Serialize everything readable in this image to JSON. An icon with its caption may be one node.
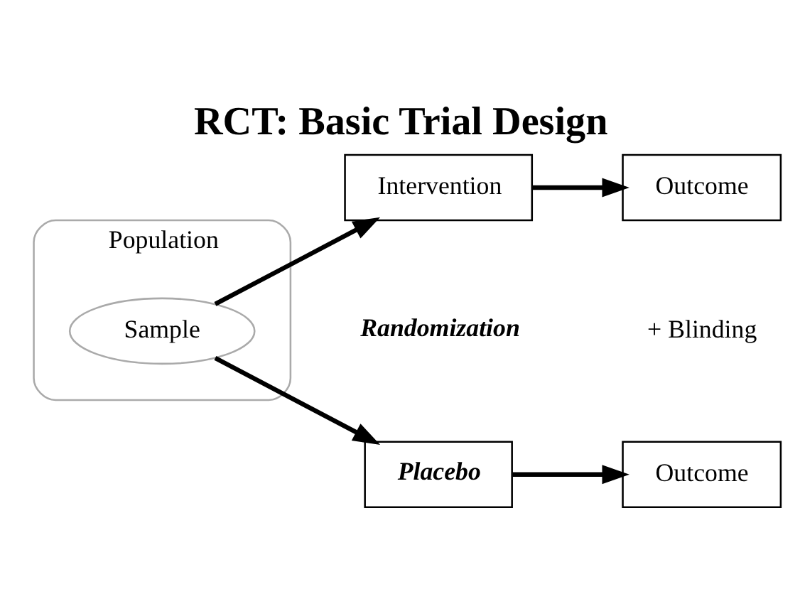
{
  "diagram": {
    "title": "RCT: Basic Trial Design",
    "nodes": [
      {
        "text": [
          "Population"
        ]
      },
      {
        "text": [
          "Sample"
        ],
        "in": 0
      },
      {
        "text": [
          "Intervention"
        ]
      },
      {
        "text": [
          "Outcome"
        ]
      },
      {
        "text": [
          "Placebo"
        ]
      },
      {
        "text": [
          "Outcome"
        ]
      }
    ],
    "edges": [
      {
        "from": 1,
        "to": 2,
        "arrow": "to"
      },
      {
        "from": 1,
        "to": 4,
        "arrow": "to"
      },
      {
        "from": 2,
        "to": 3,
        "arrow": "to"
      },
      {
        "from": 4,
        "to": 5,
        "arrow": "to"
      }
    ],
    "labels": [
      "Randomization",
      "+ Blinding"
    ]
  }
}
